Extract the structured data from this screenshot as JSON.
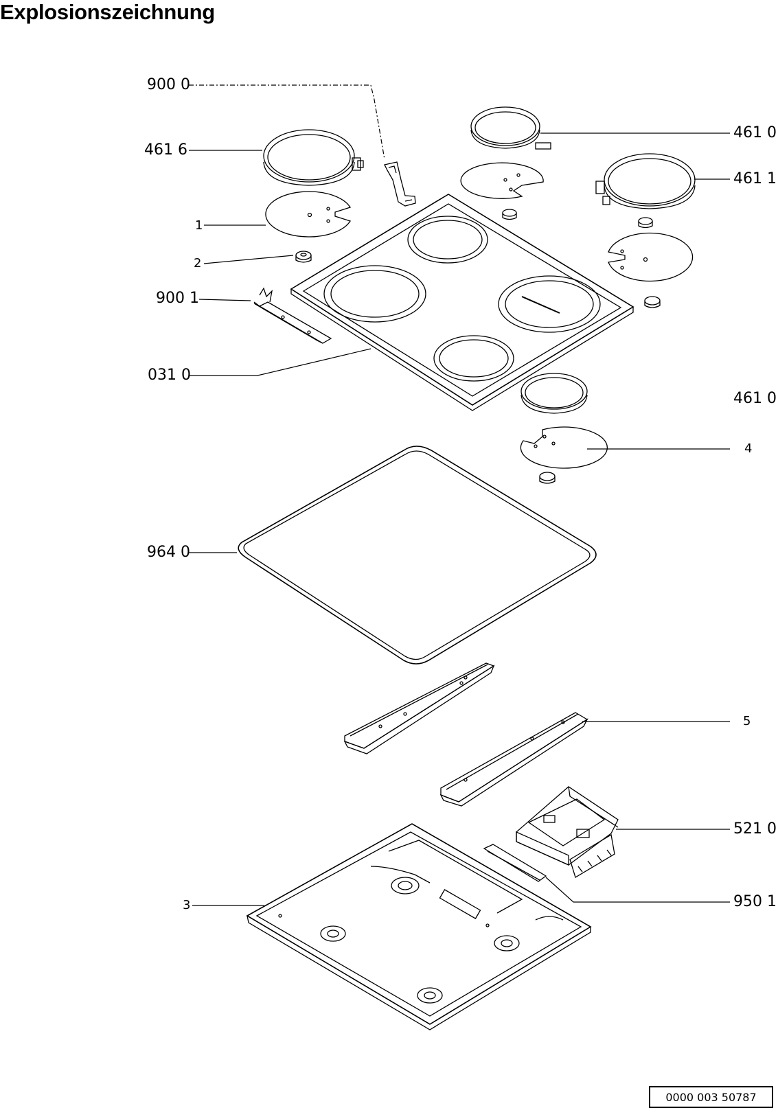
{
  "page": {
    "title": "Explosionszeichnung"
  },
  "callouts": [
    {
      "id": "900-0",
      "label": "900 0"
    },
    {
      "id": "461-6",
      "label": "461  6"
    },
    {
      "id": "1",
      "label": "1"
    },
    {
      "id": "2",
      "label": "2"
    },
    {
      "id": "900-1",
      "label": "900 1"
    },
    {
      "id": "031-0",
      "label": "031 0"
    },
    {
      "id": "461-0-top",
      "label": "461 0"
    },
    {
      "id": "461-1",
      "label": "461 1"
    },
    {
      "id": "461-0-mid",
      "label": "461 0"
    },
    {
      "id": "4",
      "label": "4"
    },
    {
      "id": "964-0",
      "label": "964 0"
    },
    {
      "id": "5",
      "label": "5"
    },
    {
      "id": "521-0",
      "label": "521 0"
    },
    {
      "id": "950-1",
      "label": "950 1"
    },
    {
      "id": "3",
      "label": "3"
    }
  ],
  "document_number": "0000 003 50787"
}
